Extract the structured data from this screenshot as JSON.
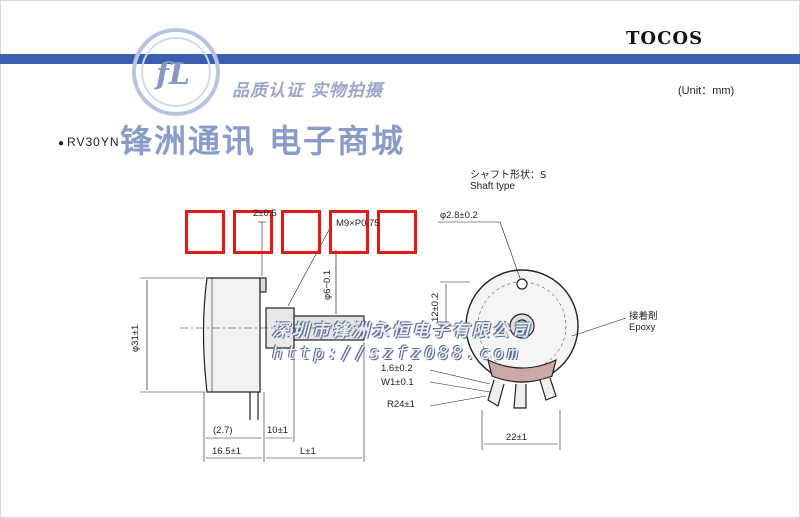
{
  "header": {
    "brand": "TOCOS",
    "unit": "(Unit：mm)"
  },
  "watermark": {
    "logo_text": "FL",
    "cert": "品质认证  实物拍摄",
    "shop": "锋洲通讯  电子商城",
    "company": "深圳市锋洲永恒电子有限公司",
    "url": "http://szfz088.com"
  },
  "product": {
    "model": "RV30YN"
  },
  "shaft": {
    "label_jp": "シャフト形状：S",
    "label_en": "Shaft type"
  },
  "dimensions": {
    "d1": "2±0.5",
    "d2": "M9×P0.75",
    "d3": "φ6−0.1",
    "d4": "φ31±1",
    "d5": "(2.7)",
    "d6": "10±1",
    "d7": "16.5±1",
    "d8": "L±1",
    "d9": "φ2.8±0.2",
    "d10": "12±0.2",
    "d11": "1.6±0.2",
    "d12": "W1±0.1",
    "d13": "R24±1",
    "d14": "22±1",
    "d15": "接着剤",
    "d16": "Epoxy"
  },
  "colors": {
    "bar": "#3a5fb0",
    "watermark_red": "#e11919",
    "watermark_blue": "#7f93c2"
  }
}
